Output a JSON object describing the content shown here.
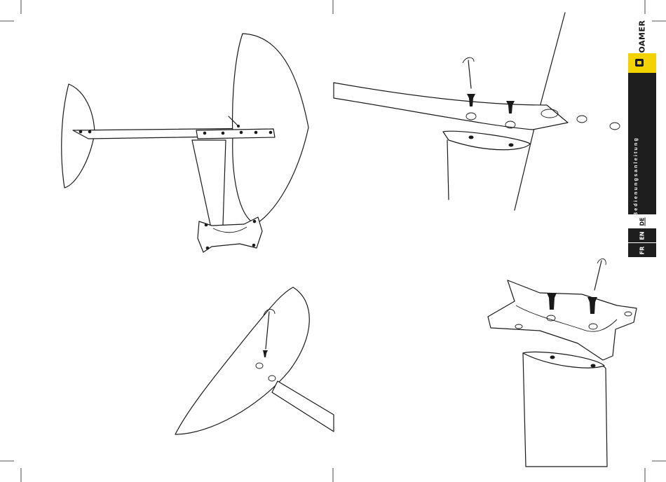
{
  "side_tab": {
    "brand": "ROAMER",
    "manual_title": "Bedienungsanleitung",
    "languages": [
      {
        "code": "DE",
        "active": true
      },
      {
        "code": "EN",
        "active": false
      },
      {
        "code": "FR",
        "active": false
      }
    ],
    "accent_color": "#f2d300",
    "tab_color": "#1e1e1e"
  },
  "illustrations": [
    {
      "name": "hydrofoil-overview-icon"
    },
    {
      "name": "fuselage-screw-detail-icon"
    },
    {
      "name": "front-wing-screw-detail-icon"
    },
    {
      "name": "mast-baseplate-mount-icon"
    }
  ]
}
